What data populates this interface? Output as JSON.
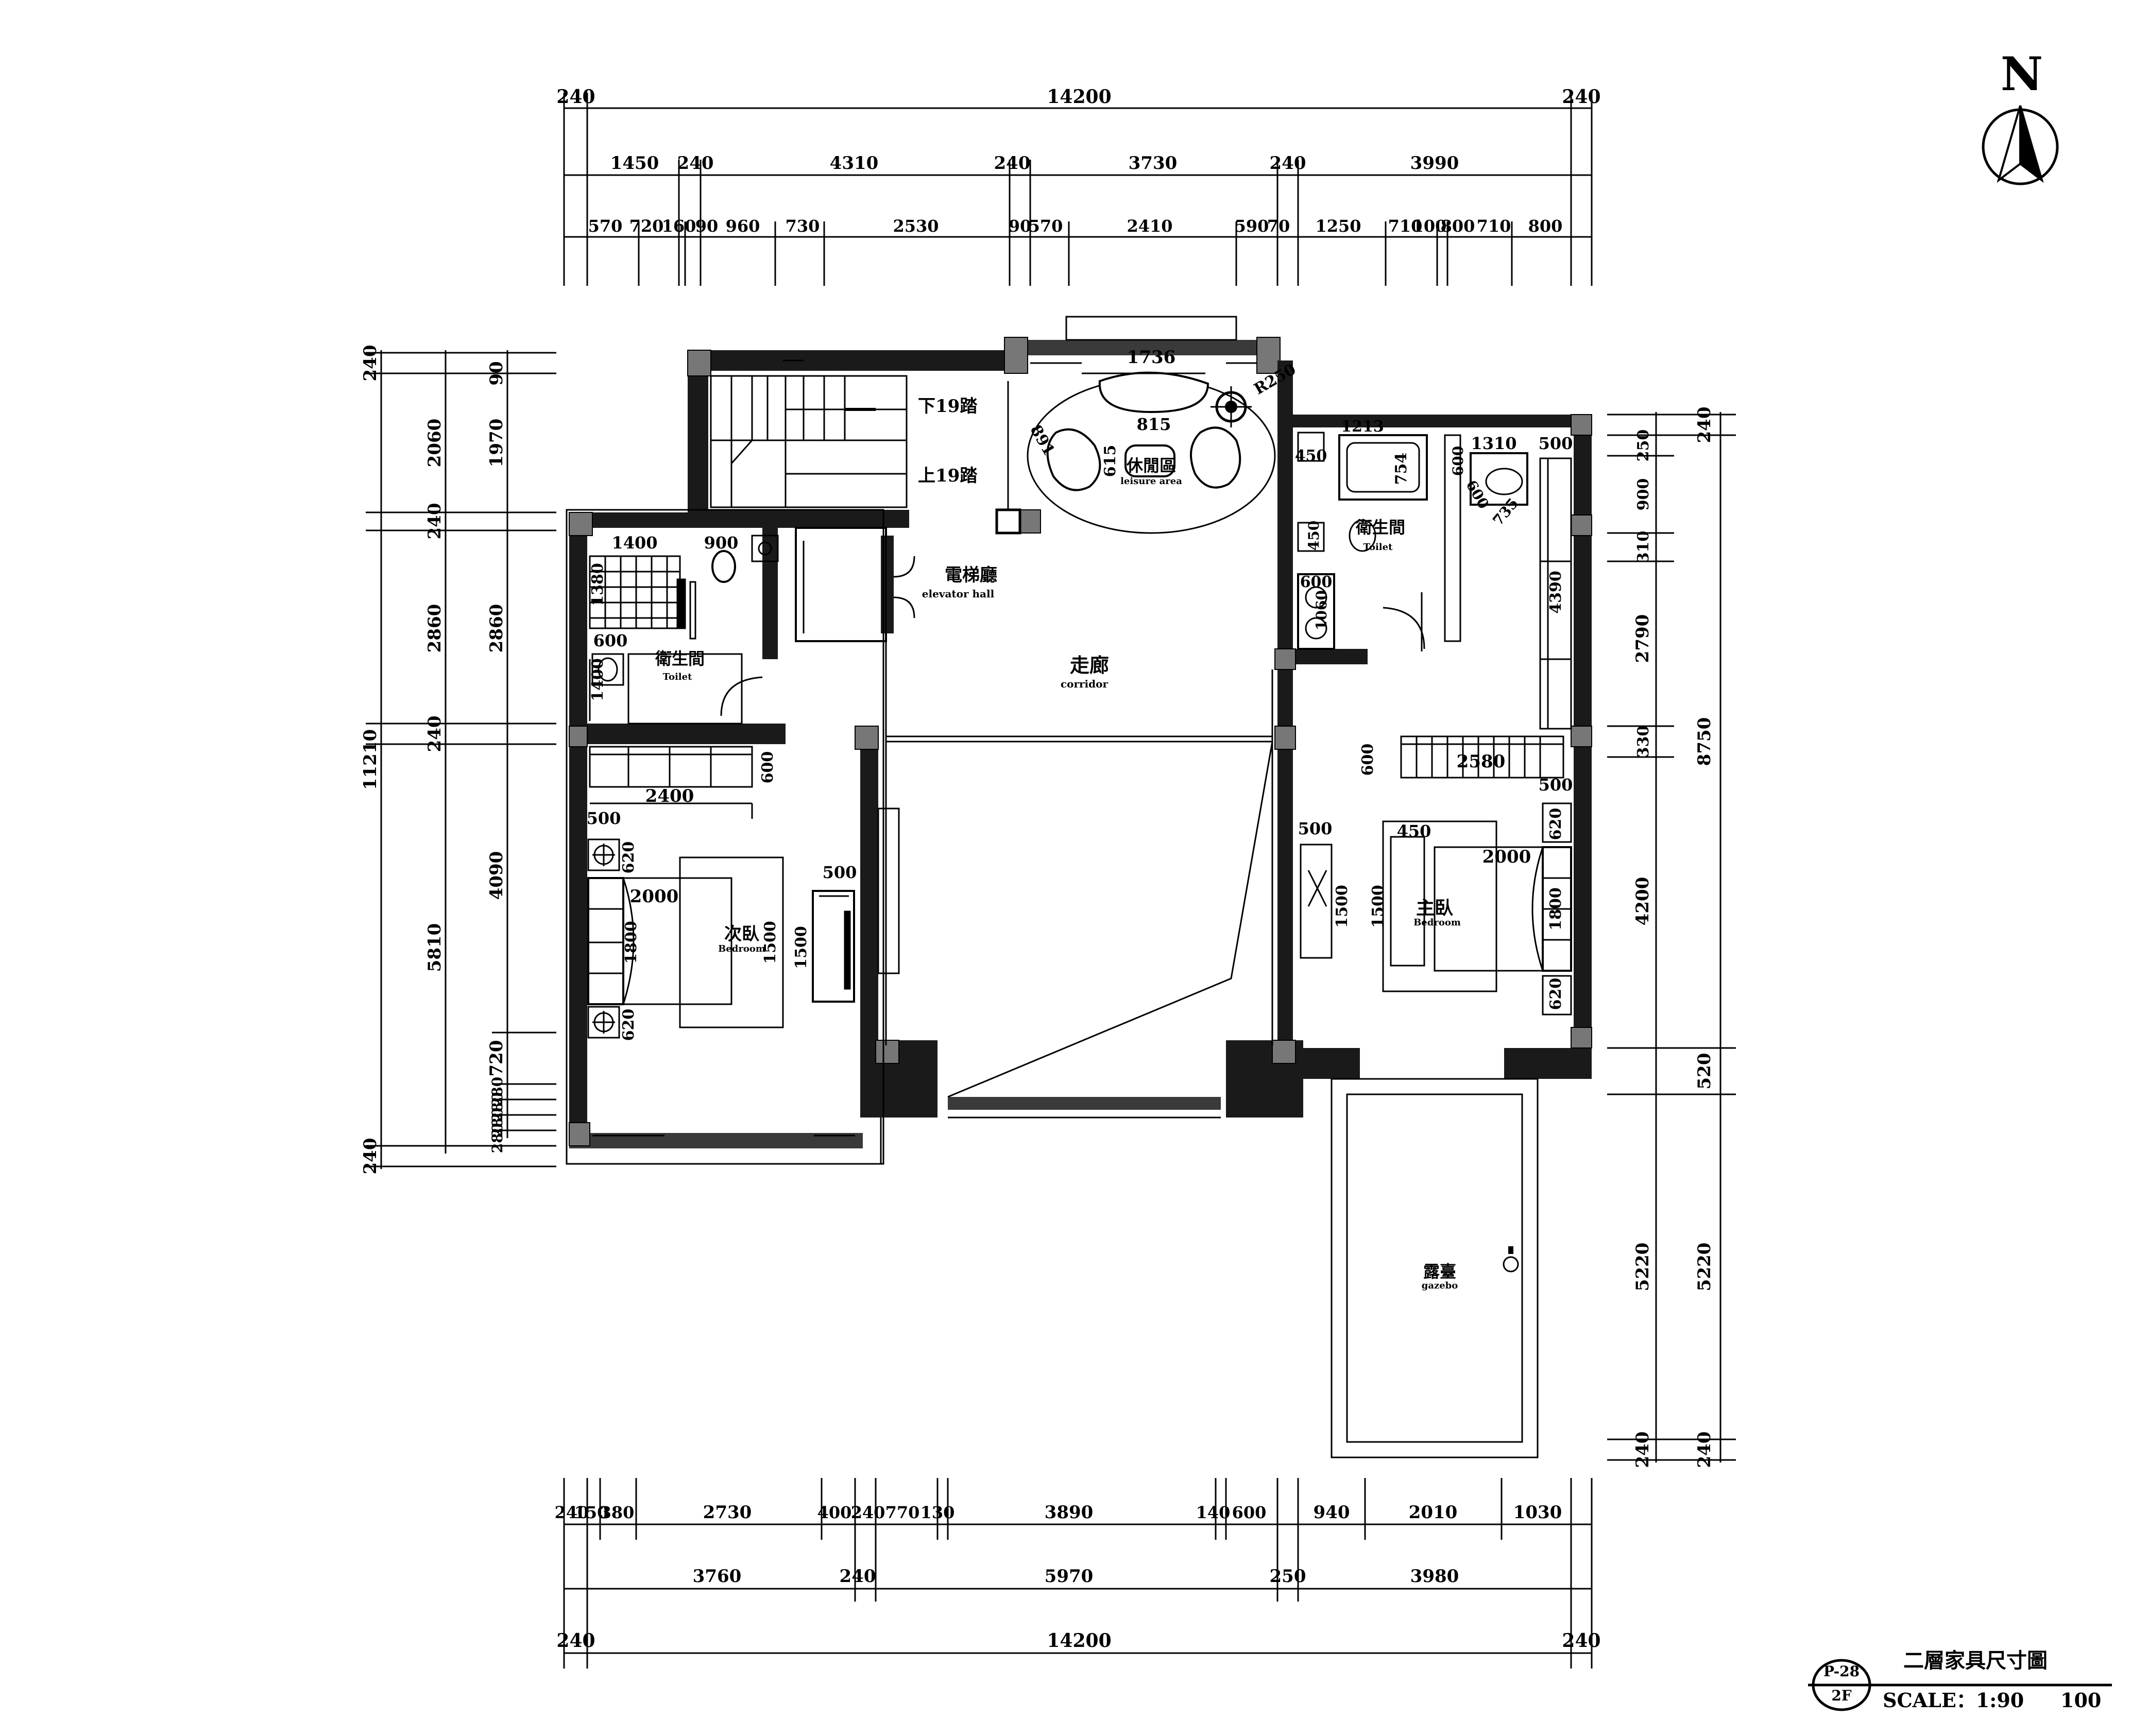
{
  "north_label": "N",
  "title_block": {
    "sheet_no": "P-28",
    "floor": "2F",
    "title": "二層家具尺寸圖",
    "scale": "SCALE：1:90",
    "scale_value": "100"
  },
  "dims": {
    "top_total": [
      "240",
      "14200",
      "240"
    ],
    "top_row2": [
      "1450",
      "240",
      "4310",
      "240",
      "3730",
      "240",
      "3990"
    ],
    "top_row3": [
      "570",
      "720",
      "160",
      "90",
      "960",
      "730",
      "2530",
      "90",
      "570",
      "2410",
      "590",
      "70",
      "1250",
      "710",
      "100",
      "800",
      "710",
      "800"
    ],
    "bottom_row1": [
      "240",
      "150",
      "380",
      "2730",
      "400",
      "240",
      "770",
      "130",
      "3890",
      "140",
      "600",
      "940",
      "2010",
      "1030"
    ],
    "bottom_row2": [
      "3760",
      "240",
      "5970",
      "250",
      "3980"
    ],
    "bottom_total": [
      "240",
      "14200",
      "240"
    ],
    "left_outer": [
      "240",
      "2060",
      "240",
      "2860",
      "240",
      "11210",
      "5810",
      "240"
    ],
    "left_inner": [
      "90",
      "1970",
      "2860",
      "4090",
      "720",
      "280",
      "280",
      "280",
      "280"
    ],
    "right_outer": [
      "240",
      "8750",
      "520",
      "5220",
      "240"
    ],
    "right_inner": [
      "250",
      "900",
      "310",
      "2790",
      "330",
      "4200",
      "5220",
      "240"
    ]
  },
  "rooms": {
    "stair_down": "下19踏",
    "stair_up": "上19踏",
    "elevator_cn": "電梯廳",
    "elevator_en": "elevator hall",
    "corridor_cn": "走廊",
    "corridor_en": "corridor",
    "leisure_cn": "休閒區",
    "leisure_en": "leisure area",
    "toilet_left_cn": "衛生間",
    "toilet_left_en": "Toilet",
    "toilet_right_cn": "衛生間",
    "toilet_right_en": "Toilet",
    "bedroom2_cn": "次臥",
    "bedroom2_en": "Bedroom",
    "master_cn": "主臥",
    "master_en": "Bedroom",
    "gazebo_cn": "露臺",
    "gazebo_en": "gazebo"
  },
  "furniture_dims": {
    "leisure": [
      "1736",
      "815",
      "615",
      "891",
      "R250"
    ],
    "toilet_left": [
      "1400",
      "900",
      "1380",
      "600",
      "1400"
    ],
    "wardrobe_left": [
      "2400",
      "600"
    ],
    "bedroom2": [
      "500",
      "620",
      "2000",
      "1800",
      "620",
      "500",
      "1500",
      "1500"
    ],
    "toilet_right": [
      "1213",
      "754",
      "450",
      "450",
      "600",
      "1060",
      "600",
      "1310",
      "500",
      "735",
      "600",
      "4390"
    ],
    "wardrobe_right": [
      "2580",
      "600",
      "500"
    ],
    "master": [
      "500",
      "450",
      "2000",
      "1500",
      "1500",
      "620",
      "1800",
      "620"
    ]
  }
}
